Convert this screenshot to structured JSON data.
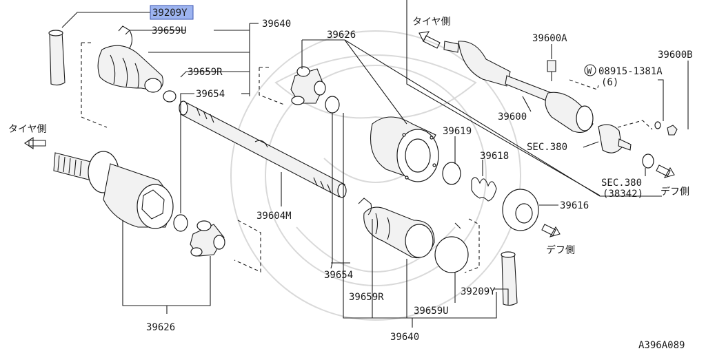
{
  "highlight_color": "#9db4f0",
  "labels": {
    "p39209y_top": "39209Y",
    "p39640_top": "39640",
    "p39659u_top": "39659U",
    "p39659r_top": "39659R",
    "p39654_top": "39654",
    "p39626_top": "39626",
    "p39604m": "39604M",
    "p39626_bottom": "39626",
    "p39654_bottom": "39654",
    "p39659r_bottom": "39659R",
    "p39209y_bottom": "39209Y",
    "p39659u_bottom": "39659U",
    "p39640_bottom": "39640",
    "p39619": "39619",
    "p39618": "39618",
    "p39616": "39616",
    "p39600": "39600",
    "p39600a": "39600A",
    "p39600b": "39600B",
    "washer_code": "W",
    "washer_part": "08915-1381A",
    "washer_qty": "(6)",
    "sec380_upper": "SEC.380",
    "sec380_lower": "SEC.380",
    "sec380_lower_sub": "(38342)",
    "tire_side_left": "タイヤ側",
    "tire_side_right": "タイヤ側",
    "diff_side_lower": "デフ側",
    "diff_side_right": "デフ側",
    "figure_code": "A396A089"
  }
}
